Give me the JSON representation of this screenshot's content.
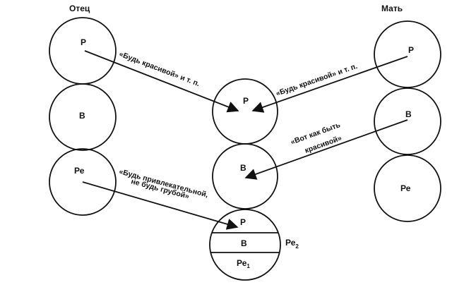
{
  "columns": {
    "father": "Отец",
    "mother": "Мать"
  },
  "father_states": {
    "parent": "Р",
    "adult": "В",
    "child": "Ре"
  },
  "mother_states": {
    "parent": "Р",
    "adult": "В",
    "child": "Ре"
  },
  "daughter_states": {
    "parent": "Р",
    "adult": "В",
    "inner_parent": "Р",
    "inner_adult": "В",
    "inner_child": "Ре",
    "inner_child_sub": "1",
    "child_label": "Ре",
    "child_label_sub": "2"
  },
  "messages": {
    "father_to_parent": "«Будь красивой» и т. п.",
    "mother_to_parent": "«Будь красивой» и т. п.",
    "mother_adult_line1": "«Вот как быть",
    "mother_adult_line2": "красивой»",
    "father_child_line1": "«Будь привлекательной,",
    "father_child_line2": "не будь грубой»"
  }
}
